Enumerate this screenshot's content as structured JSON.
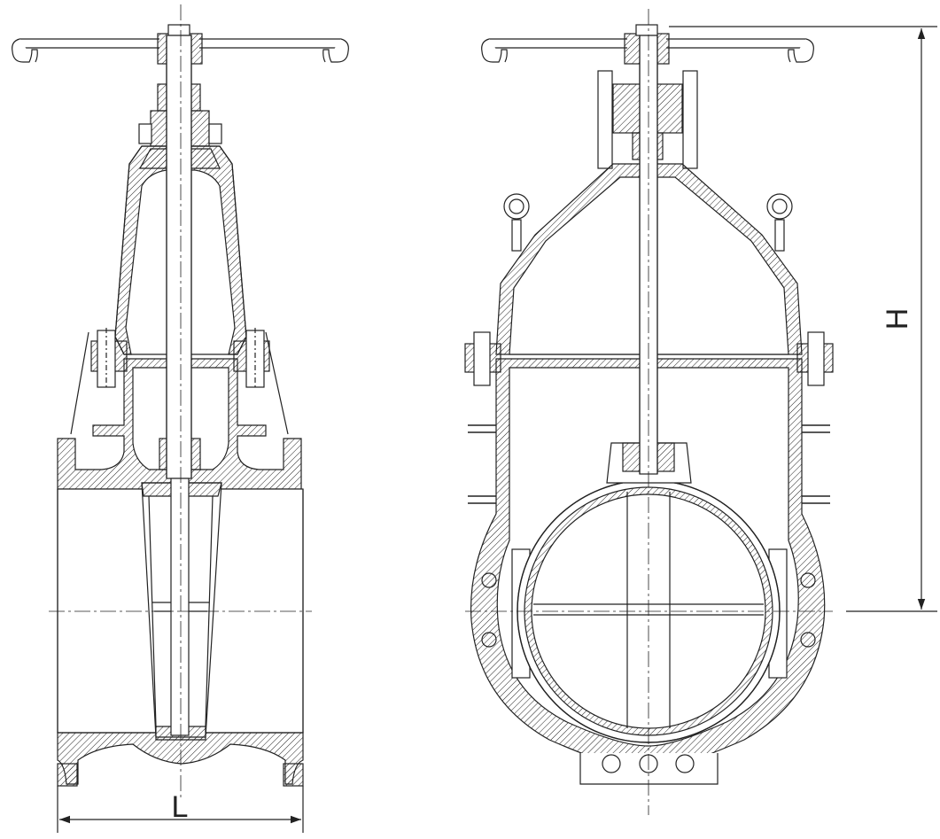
{
  "diagram": {
    "type": "engineering-drawing",
    "subject": "gate-valve",
    "views": [
      "side-section",
      "front-section"
    ],
    "colors": {
      "ink": "#222222",
      "background": "#ffffff"
    },
    "dimensions": {
      "length_label": "L",
      "height_label": "H"
    }
  }
}
